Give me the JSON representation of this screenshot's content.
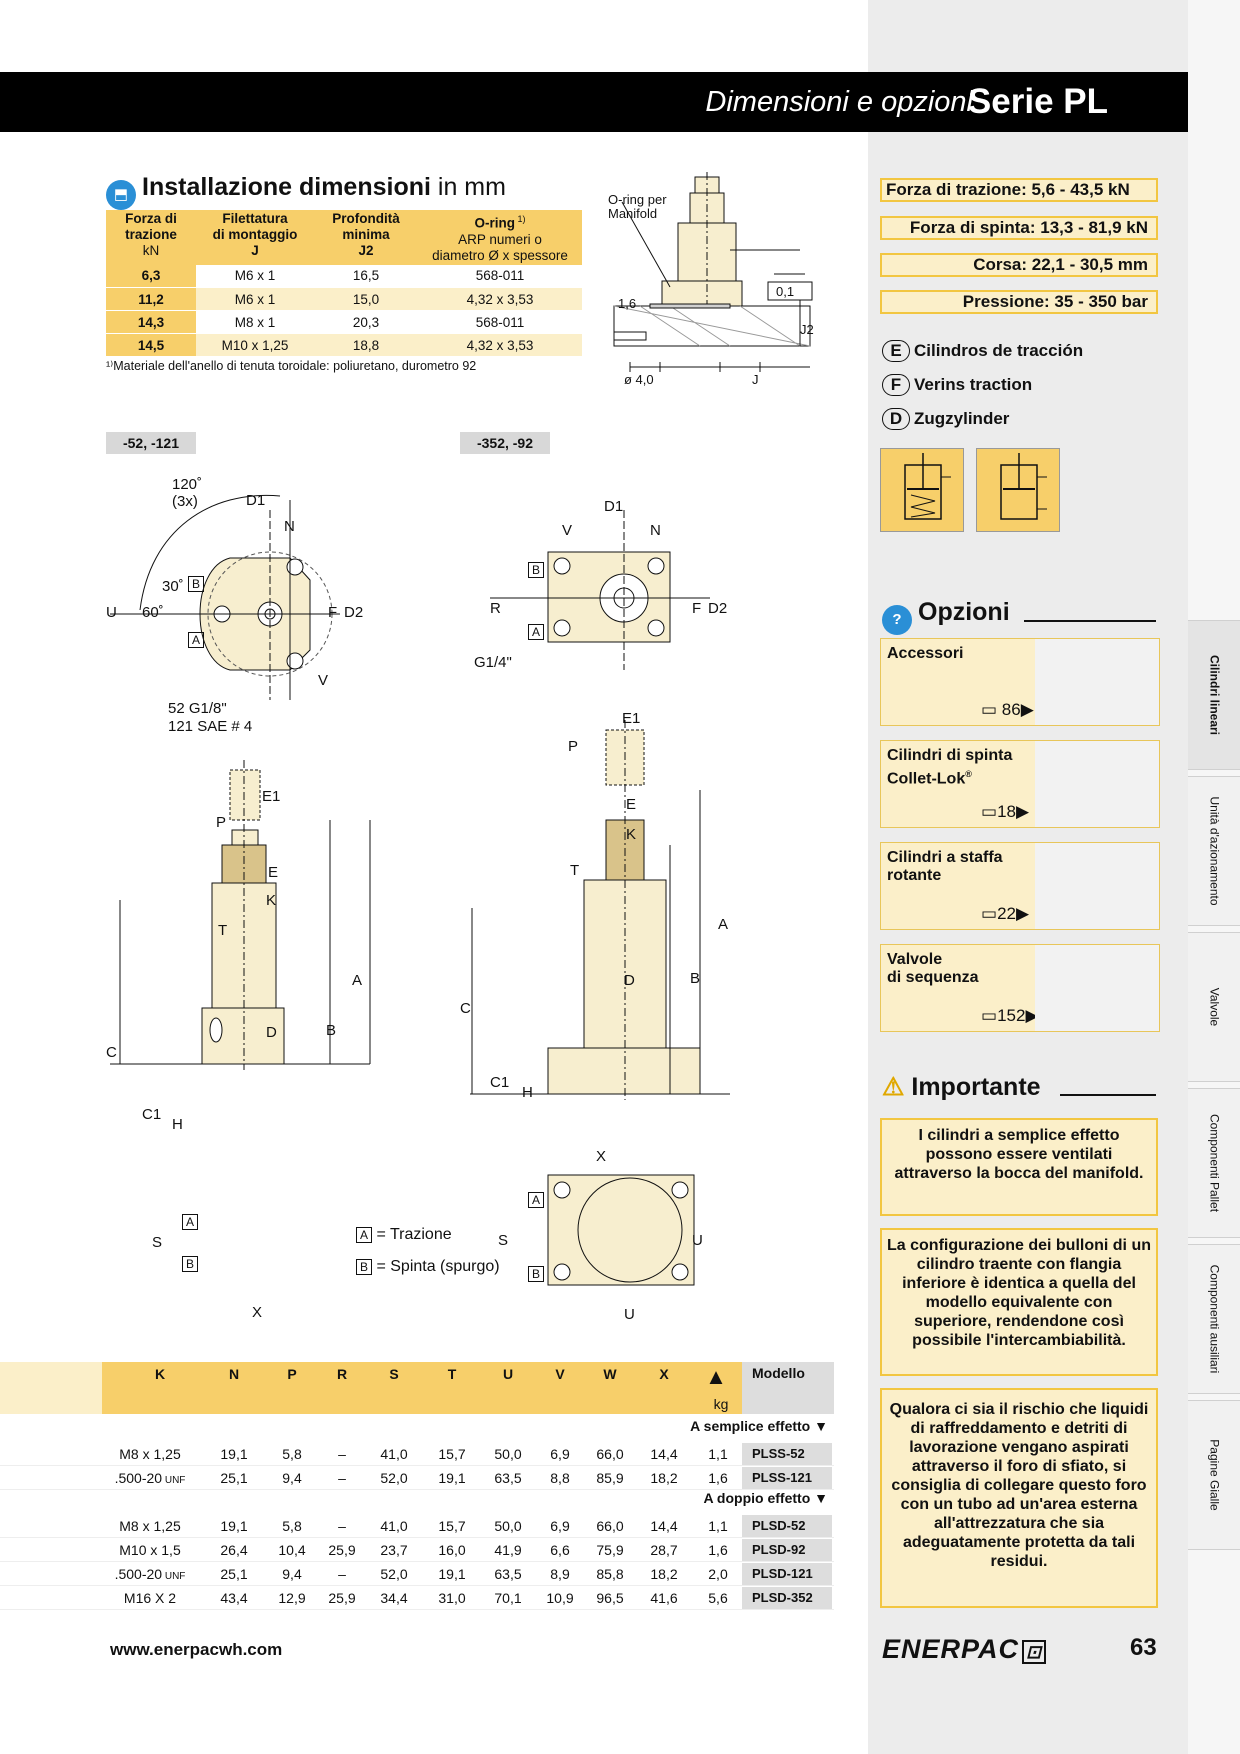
{
  "header": {
    "subtitle": "Dimensioni e opzioni",
    "title": "Serie PL"
  },
  "install": {
    "title_bold": "Installazione dimensioni",
    "title_rest": " in mm",
    "icon_glyph": "⬒",
    "head": {
      "c1a": "Forza di",
      "c1b": "trazione",
      "c1c": "kN",
      "c2a": "Filettatura",
      "c2b": "di montaggio",
      "c2c": "J",
      "c3a": "Profondità",
      "c3b": "minima",
      "c3c": "J2",
      "c4a": "O-ring",
      "c4sup": " 1)",
      "c4b": "ARP numeri o",
      "c4c": "diametro Ø x spessore"
    },
    "rows": [
      [
        "6,3",
        "M6 x 1",
        "16,5",
        "568-011"
      ],
      [
        "11,2",
        "M6 x 1",
        "15,0",
        "4,32 x 3,53"
      ],
      [
        "14,3",
        "M8 x 1",
        "20,3",
        "568-011"
      ],
      [
        "14,5",
        "M10 x 1,25",
        "18,8",
        "4,32 x 3,53"
      ]
    ],
    "footnote": "¹⁾Materiale dell'anello di tenuta toroidale: poliuretano, durometro 92"
  },
  "oring_drawing": {
    "oring_l1": "O-ring per",
    "oring_l2": "Manifold",
    "flat": "0,1",
    "r": "1,6",
    "j2": "J2",
    "dia": "ø 4,0",
    "j": "J"
  },
  "labels_left": {
    "tag": "-52, -121",
    "angle1": "120˚",
    "angle2": "(3x)",
    "d1": "D1",
    "n": "N",
    "a30": "30˚",
    "a60": "60˚",
    "u": "U",
    "f": "F",
    "d2": "D2",
    "v": "V",
    "port1": "52  G1/8\"",
    "port2": "121 SAE # 4",
    "e1": "E1",
    "p": "P",
    "e": "E",
    "k": "K",
    "t": "T",
    "a": "A",
    "b": "B",
    "c": "C",
    "d": "D",
    "c1": "C1",
    "h": "H",
    "s": "S",
    "x": "X",
    "boxA": "A",
    "boxB": "B"
  },
  "labels_right": {
    "tag": "-352, -92",
    "d1": "D1",
    "v": "V",
    "n": "N",
    "r": "R",
    "f": "F",
    "d2": "D2",
    "g": "G1/4\"",
    "e1": "E1",
    "p": "P",
    "e": "E",
    "k": "K",
    "t": "T",
    "a": "A",
    "b": "B",
    "c": "C",
    "d": "D",
    "c1": "C1",
    "h": "H",
    "x": "X",
    "s": "S",
    "u": "U",
    "u2": "U",
    "boxA": "A",
    "boxB": "B"
  },
  "legend": {
    "a_box": "A",
    "a_text": "= Trazione",
    "b_box": "B",
    "b_text": "= Spinta (spurgo)"
  },
  "specs": [
    "Forza di trazione: 5,6 - 43,5 kN",
    "Forza di spinta: 13,3 - 81,9 kN",
    "Corsa: 22,1 - 30,5 mm",
    "Pressione: 35 - 350 bar"
  ],
  "languages": [
    {
      "code": "E",
      "text": "Cilindros de tracción"
    },
    {
      "code": "F",
      "text": "Verins traction"
    },
    {
      "code": "D",
      "text": "Zugzylinder"
    }
  ],
  "options": {
    "title": "Opzioni",
    "icon_glyph": "?",
    "items": [
      {
        "name1": "Accessori",
        "name2": "",
        "page": "86",
        "sup": ""
      },
      {
        "name1": "Cilindri di spinta",
        "name2": "Collet-Lok",
        "page": "18",
        "sup": "®"
      },
      {
        "name1": "Cilindri a staffa",
        "name2": "rotante",
        "page": "22",
        "sup": ""
      },
      {
        "name1": "Valvole",
        "name2": "di sequenza",
        "page": "152",
        "sup": ""
      }
    ]
  },
  "important": {
    "title": "Importante",
    "notes": [
      "I cilindri a semplice effetto possono essere ventilati attraverso la bocca del manifold.",
      "La configurazione dei bulloni di un cilindro traente con flangia inferiore è identica a quella del modello equivalente con superiore, rendendone così possibile l'intercambiabilità.",
      "Qualora ci sia il rischio che liquidi di raffreddamento e detriti di lavorazione vengano aspirati attraverso il foro di sfiato, si consiglia di collegare questo foro con un tubo ad un'area esterna all'attrezzatura che sia adeguatamente protetta da tali residui."
    ]
  },
  "tabs": [
    "Cilindri lineari",
    "Unità d'azionamento",
    "Valvole",
    "Componenti Pallet",
    "Componenti ausiliari",
    "Pagine Gialle"
  ],
  "dims": {
    "headers": [
      "K",
      "N",
      "P",
      "R",
      "S",
      "T",
      "U",
      "V",
      "W",
      "X"
    ],
    "weight_unit": "kg",
    "model_header": "Modello",
    "single_label": "A semplice effetto",
    "double_label": "A doppio effetto",
    "single": [
      {
        "k": "M8 x 1,25",
        "ksuf": "",
        "v": [
          "19,1",
          "5,8",
          "–",
          "41,0",
          "15,7",
          "50,0",
          "6,9",
          "66,0",
          "14,4",
          "1,1"
        ],
        "model": "PLSS-52"
      },
      {
        "k": ".500-20",
        "ksuf": " UNF",
        "v": [
          "25,1",
          "9,4",
          "–",
          "52,0",
          "19,1",
          "63,5",
          "8,8",
          "85,9",
          "18,2",
          "1,6"
        ],
        "model": "PLSS-121"
      }
    ],
    "double": [
      {
        "k": "M8 x 1,25",
        "ksuf": "",
        "v": [
          "19,1",
          "5,8",
          "–",
          "41,0",
          "15,7",
          "50,0",
          "6,9",
          "66,0",
          "14,4",
          "1,1"
        ],
        "model": "PLSD-52"
      },
      {
        "k": "M10 x 1,5",
        "ksuf": "",
        "v": [
          "26,4",
          "10,4",
          "25,9",
          "23,7",
          "16,0",
          "41,9",
          "6,6",
          "75,9",
          "28,7",
          "1,6"
        ],
        "model": "PLSD-92"
      },
      {
        "k": ".500-20",
        "ksuf": " UNF",
        "v": [
          "25,1",
          "9,4",
          "–",
          "52,0",
          "19,1",
          "63,5",
          "8,9",
          "85,8",
          "18,2",
          "2,0"
        ],
        "model": "PLSD-121"
      },
      {
        "k": "M16 X 2",
        "ksuf": "",
        "v": [
          "43,4",
          "12,9",
          "25,9",
          "34,4",
          "31,0",
          "70,1",
          "10,9",
          "96,5",
          "41,6",
          "5,6"
        ],
        "model": "PLSD-352"
      }
    ]
  },
  "footer": {
    "url": "www.enerpacwh.com",
    "brand": "ENERPAC",
    "page": "63"
  }
}
